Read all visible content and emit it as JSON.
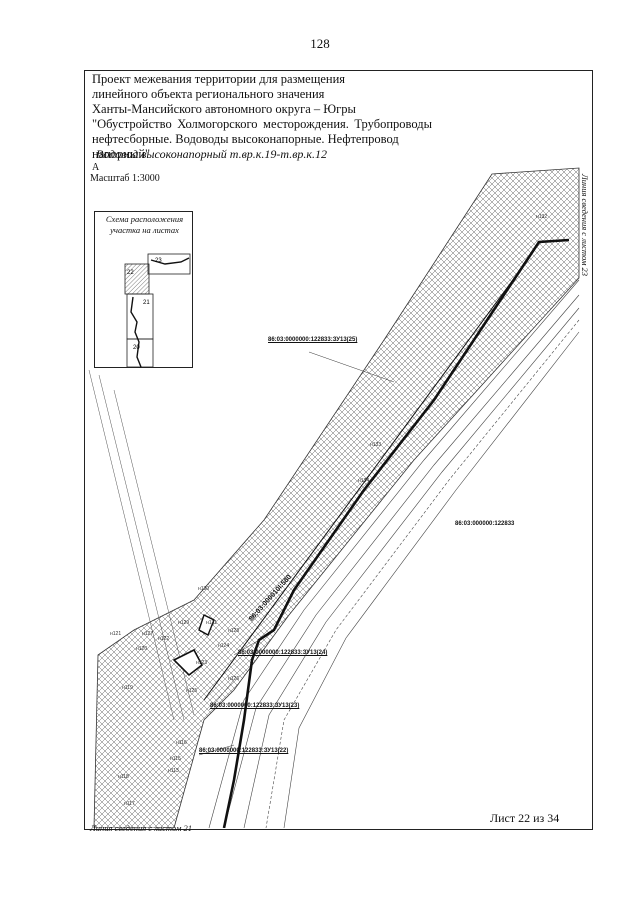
{
  "page_number": "128",
  "title": {
    "line1": "Проект межевания территории для размещения",
    "line2": "линейного объекта регионального значения",
    "line3": "Ханты-Мансийского автономного округа – Югры",
    "quote1": "\"Обустройство Холмогорского месторождения. Трубопроводы",
    "quote2": "нефтесборные. Водоводы высоконапорные. Нефтепровод напорный\""
  },
  "section_title": "Водовод высоконапорный т.вр.к.19-т.вр.к.12",
  "north_mark": "А",
  "scale": "Масштаб 1:3000",
  "inset": {
    "title_line1": "Схема расположения",
    "title_line2": "участка на листах",
    "sheet_numbers": [
      "23",
      "22",
      "21",
      "20"
    ]
  },
  "cadastral_labels": {
    "zu25": "86:03:0000000:122833:ЗУ13(25)",
    "parcel": "86:03:000000:122833",
    "road": "86:03:000010І:580",
    "zu24": "86:03:0000000:122833:ЗУ13(24)",
    "zu23": "86:03:0000000:122833:ЗУ13(23)",
    "zu22": "86:03:0000000:122833:ЗУ13(22)"
  },
  "points": [
    "н132",
    "н133",
    "н134",
    "н130",
    "н131",
    "н128",
    "н129",
    "н127",
    "н126",
    "н125",
    "н124",
    "н123",
    "н122",
    "н121",
    "н120",
    "н119",
    "н118",
    "н117",
    "н116",
    "н115",
    "н113"
  ],
  "join_right": "Линия сведения с листом 23",
  "join_bottom": "Линия сведения с листом 21",
  "sheet_label": "Лист 22 из 34",
  "colors": {
    "ink": "#111111",
    "hatch": "#555555",
    "background": "#ffffff"
  }
}
